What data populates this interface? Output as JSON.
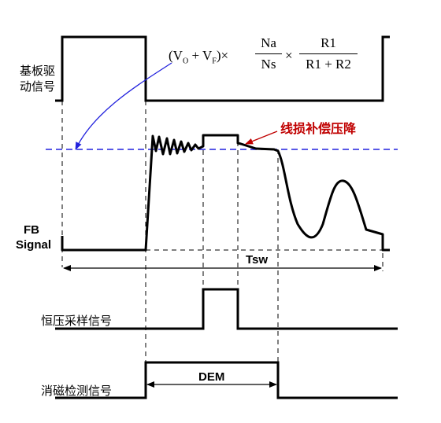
{
  "labels": {
    "base_drive_line1": "基板驱",
    "base_drive_line2": "动信号",
    "fb_line1": "FB",
    "fb_line2": "Signal",
    "cv_sample": "恒压采样信号",
    "demag_detect": "消磁检测信号",
    "line_loss": "线损补偿压降",
    "tsw": "Tsw",
    "dem": "DEM"
  },
  "formula": {
    "open": "(V",
    "vo_sub": "O",
    "plus": " + V",
    "vf_sub": "F",
    "close_times": ")×",
    "frac1_num": "Na",
    "frac1_den": "Ns",
    "times2": "×",
    "frac2_num": "R1",
    "frac2_den": "R1 + R2"
  },
  "colors": {
    "signal": "#000000",
    "reference_line": "#2222dd",
    "arrow_curve": "#2222dd",
    "annotation": "#c00000"
  }
}
